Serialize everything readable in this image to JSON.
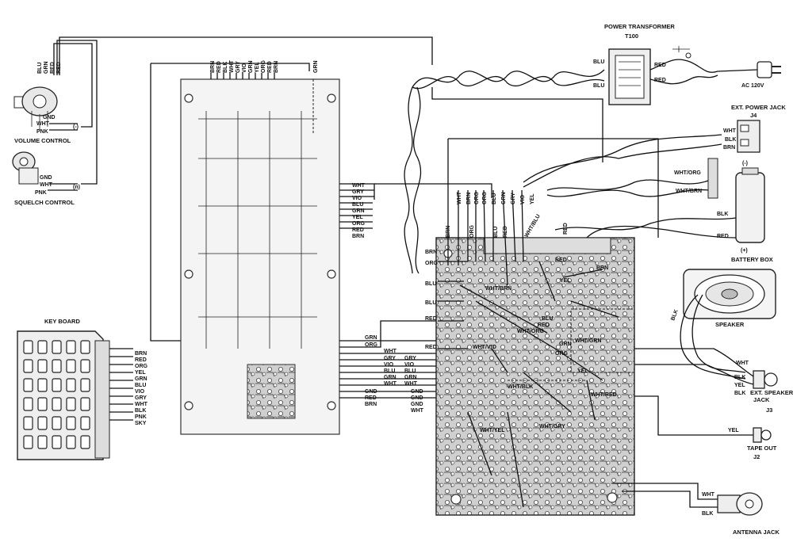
{
  "components": {
    "power_transformer": {
      "name": "POWER TRANSFORMER",
      "ref": "T100"
    },
    "ac_plug": "AC 120V",
    "ext_power_jack": {
      "name": "EXT. POWER JACK",
      "ref": "J4"
    },
    "battery_box": {
      "name": "BATTERY BOX",
      "minus": "(-)",
      "plus": "(+)"
    },
    "speaker": "SPEAKER",
    "ext_speaker_jack": {
      "line1": "EXT. SPEAKER",
      "line2": "JACK",
      "ref": "J3"
    },
    "tape_out": {
      "name": "TAPE OUT",
      "ref": "J2"
    },
    "antenna_jack": "ANTENNA JACK",
    "volume_control": "VOLUME CONTROL",
    "squelch_control": "SQUELCH CONTROL",
    "keyboard": "KEY BOARD"
  },
  "wire_labels": {
    "transformer_left": [
      "BLU",
      "BLU"
    ],
    "transformer_right": [
      "RED",
      "RED"
    ],
    "volume_top": [
      "BLU",
      "GRN",
      "RED",
      "RED"
    ],
    "volume_pins": [
      "GND",
      "WHT",
      "PNK"
    ],
    "squelch_pins": [
      "GND",
      "WHT",
      "PNK"
    ],
    "sign_minus": "(-)",
    "sign_n": "(n)",
    "board_top_connector": [
      "BRN",
      "RED",
      "BLK",
      "WHT",
      "GRY",
      "VIO",
      "GRN",
      "YEL",
      "ORG",
      "RED",
      "BRN"
    ],
    "board_top_grn": "GRN",
    "board_right_upper": [
      "WHT",
      "GRY",
      "VIO",
      "BLU",
      "GRN",
      "YEL",
      "ORG",
      "RED",
      "BRN"
    ],
    "board_right_lower_a": [
      "GRN",
      "ORG"
    ],
    "board_right_lower_b": [
      "WHT",
      "GRY",
      "VIO",
      "BLU",
      "GRN",
      "WHT"
    ],
    "board_right_lower_c": [
      "GND",
      "RED",
      "BRN"
    ],
    "keyboard_cable": [
      "BRN",
      "RED",
      "ORG",
      "YEL",
      "GRN",
      "BLU",
      "VIO",
      "GRY",
      "WHT",
      "BLK",
      "PNK",
      "SKY"
    ],
    "main_top_cluster": [
      "WHT",
      "BRN",
      "ORG",
      "ORG",
      "BLU",
      "GRN",
      "GRY",
      "VIO",
      "YEL"
    ],
    "main_top_misc": [
      "BRN",
      "ORG",
      "BLU",
      "RED",
      "RED",
      "RED",
      "BRN",
      "YEL"
    ],
    "main_left": [
      "BRN",
      "ORG",
      "BLU",
      "BLU",
      "RED",
      "RED",
      "GRY",
      "VIO",
      "BLU",
      "GRN",
      "WHT",
      "GND",
      "GND",
      "GND",
      "WHT"
    ],
    "main_trace_labels": [
      "WHT/ORG",
      "WHT/BRN",
      "WHT/VIO",
      "WHT/GRN",
      "WHT/BLU",
      "WHT/GRY",
      "WHT/RED",
      "WHT/YEL",
      "WHT/BLK",
      "GRN",
      "ORG",
      "BLU",
      "RED",
      "YEL"
    ],
    "ext_power": [
      "WHT",
      "BLK",
      "BRN"
    ],
    "battery_leads": [
      "WHT/ORG",
      "WHT/BRN",
      "BLK",
      "RED"
    ],
    "speaker_leads": [
      "BLK",
      "WHT",
      "BLK",
      "YEL",
      "BLK"
    ],
    "tape_out_lead": "YEL",
    "antenna_leads": [
      "WHT",
      "BLK"
    ]
  }
}
